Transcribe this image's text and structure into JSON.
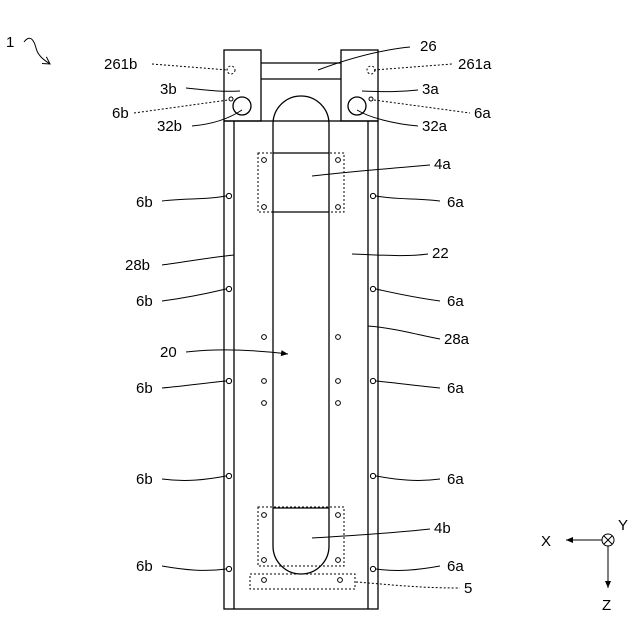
{
  "figure": {
    "ref_numeral": "1",
    "labels": {
      "l_26": "26",
      "l_261a": "261a",
      "l_261b": "261b",
      "l_3a": "3a",
      "l_3b": "3b",
      "l_6a_top": "6a",
      "l_6b_top": "6b",
      "l_32a": "32a",
      "l_32b": "32b",
      "l_4a": "4a",
      "l_6a_1": "6a",
      "l_6b_1": "6b",
      "l_22": "22",
      "l_28b": "28b",
      "l_6a_2": "6a",
      "l_6b_2": "6b",
      "l_28a": "28a",
      "l_20": "20",
      "l_6a_3": "6a",
      "l_6b_3": "6b",
      "l_6a_4": "6a",
      "l_6b_4": "6b",
      "l_4b": "4b",
      "l_6a_5": "6a",
      "l_6b_5": "6b",
      "l_5": "5"
    },
    "axes": {
      "x_label": "X",
      "y_label": "Y",
      "z_label": "Z"
    }
  }
}
